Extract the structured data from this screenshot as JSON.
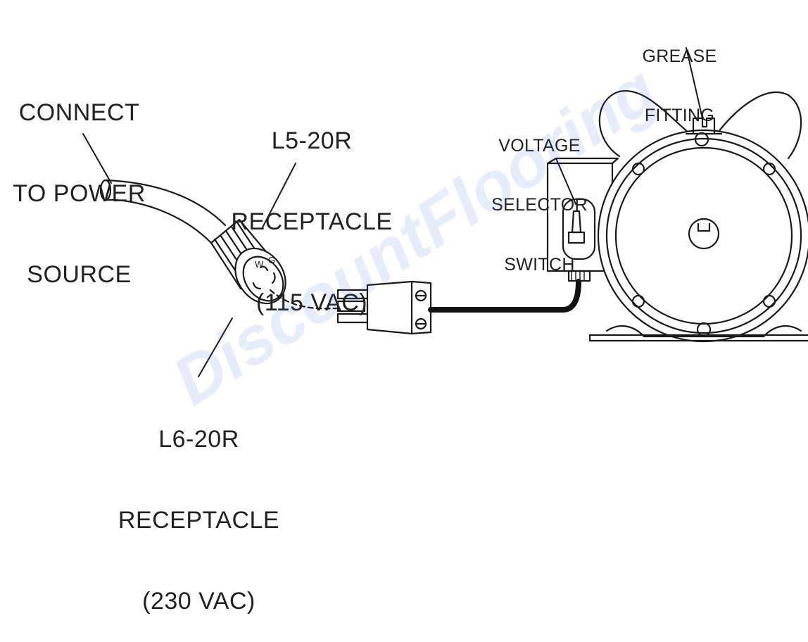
{
  "labels": {
    "power_source": [
      "CONNECT",
      "TO POWER",
      "SOURCE"
    ],
    "l5_20r": [
      "L5-20R",
      "RECEPTACLE",
      "(115 VAC)"
    ],
    "l6_20r": [
      "L6-20R",
      "RECEPTACLE",
      "(230 VAC)"
    ],
    "voltage_switch": [
      "VOLTAGE",
      "SELECTOR",
      "SWITCH"
    ],
    "grease_fitting": [
      "GREASE",
      "FITTING"
    ]
  },
  "receptacle_pins": {
    "w": "W",
    "g": "G"
  },
  "watermark": "DiscountFlooring"
}
